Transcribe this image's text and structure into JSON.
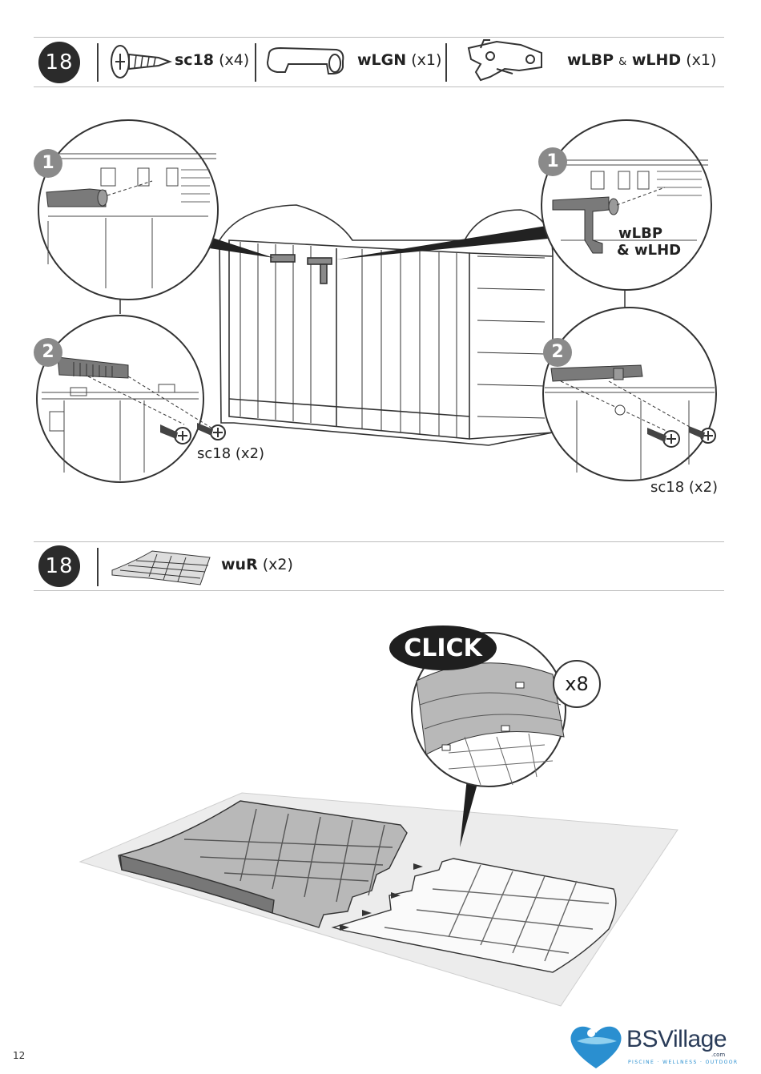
{
  "step1": {
    "badge": "18",
    "parts": [
      {
        "code": "sc18",
        "qty": "(x4)"
      },
      {
        "code": "wLGN",
        "qty": "(x1)"
      },
      {
        "code_a": "wLBP",
        "amp": "&",
        "code_b": "wLHD",
        "qty": "(x1)"
      }
    ],
    "callout_1_left": "1",
    "callout_2_left": "2",
    "callout_1_right": "1",
    "callout_2_right": "2",
    "right_top_label_line1": "wLBP",
    "right_top_label_line2": "& wLHD",
    "screw_label_left": "sc18 (x2)",
    "screw_label_right": "sc18 (x2)"
  },
  "step2": {
    "badge": "18",
    "part": {
      "code": "wuR",
      "qty": "(x2)"
    },
    "click_text": "CLICK",
    "count_text": "x8"
  },
  "footer": {
    "page_number": "12",
    "brand_name": "BSVillage",
    "brand_com": ".com",
    "brand_tagline": "PISCINE · WELLNESS · OUTDOOR"
  },
  "colors": {
    "badge": "#2b2b2b",
    "brand_text": "#2a3c59",
    "brand_accent": "#2a8fd0",
    "part_gray": "#8a8a8a"
  }
}
